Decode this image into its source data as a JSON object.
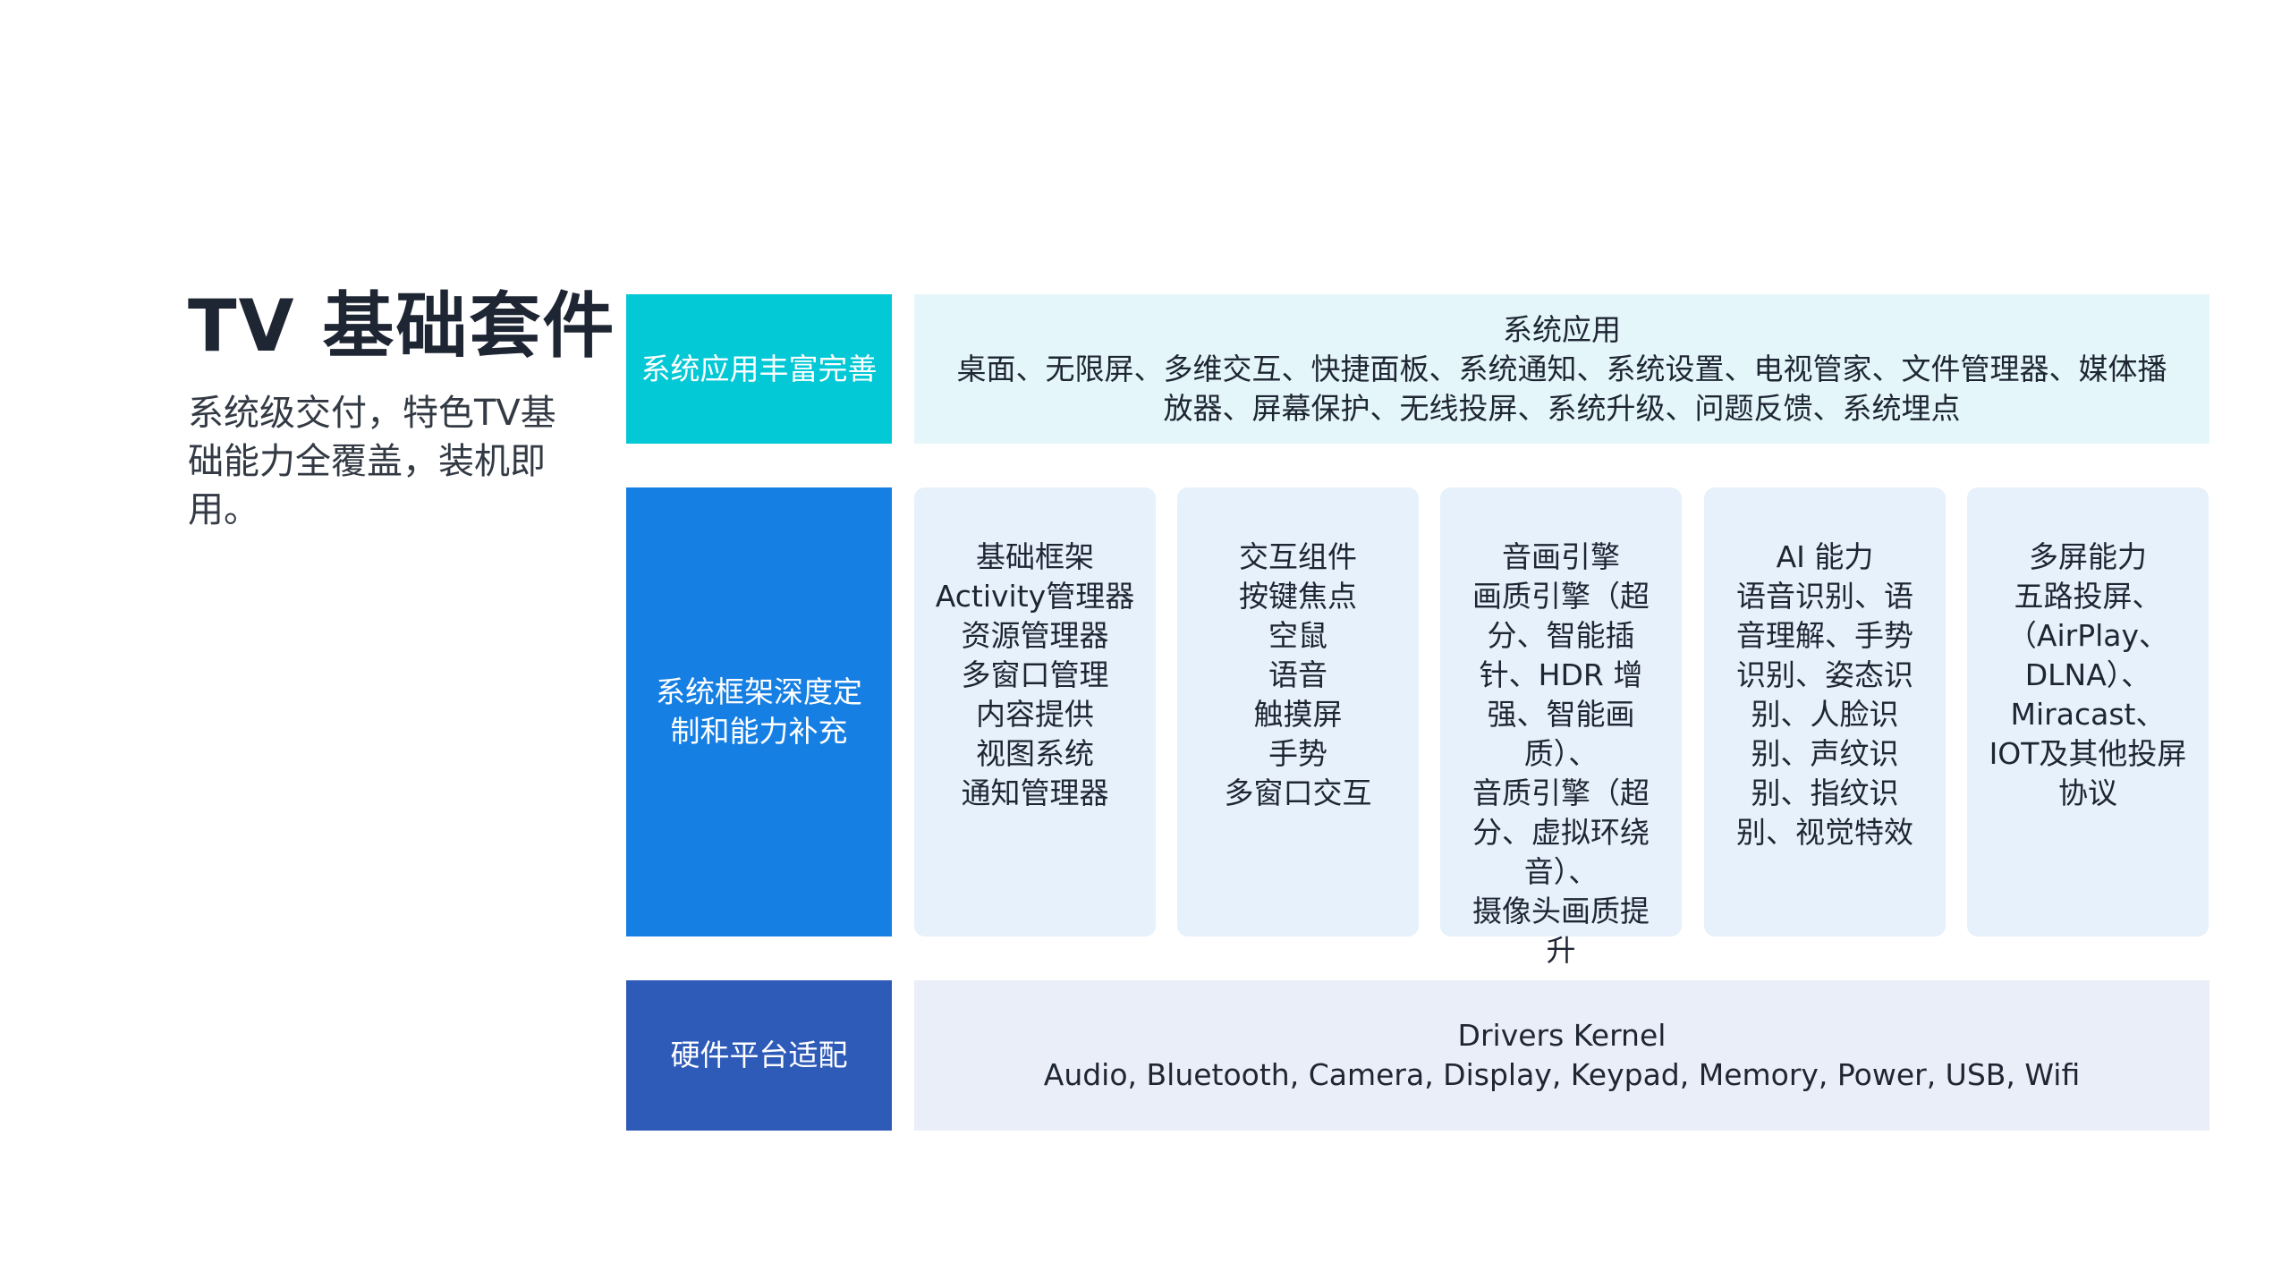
{
  "title": "TV 基础套件",
  "subtitle": "系统级交付，特色TV基础能力全覆盖，装机即用。",
  "rows": {
    "apps": {
      "label": "系统应用丰富完善",
      "heading": "系统应用",
      "text": "桌面、无限屏、多维交互、快捷面板、系统通知、系统设置、电视管家、文件管理器、媒体播放器、屏幕保护、无线投屏、系统升级、问题反馈、系统埋点"
    },
    "framework": {
      "label": "系统框架深度定制和能力补充",
      "cards": [
        {
          "title": "基础框架",
          "items": [
            "Activity管理器",
            "资源管理器",
            "多窗口管理",
            "内容提供",
            "视图系统",
            "通知管理器"
          ]
        },
        {
          "title": "交互组件",
          "items": [
            "按键焦点",
            "空鼠",
            "语音",
            "触摸屏",
            "手势",
            "多窗口交互"
          ]
        },
        {
          "title": "音画引擎",
          "items": [
            "画质引擎（超分、智能插针、HDR 增强、智能画质）、",
            "音质引擎（超分、虚拟环绕音）、",
            "摄像头画质提升"
          ]
        },
        {
          "title": "AI 能力",
          "items": [
            "语音识别、语音理解、手势识别、姿态识别、人脸识别、声纹识别、指纹识别、视觉特效"
          ]
        },
        {
          "title": "多屏能力",
          "items": [
            "五路投屏、（AirPlay、DLNA）、Miracast、IOT及其他投屏协议"
          ]
        }
      ]
    },
    "hardware": {
      "label": "硬件平台适配",
      "heading": "Drivers Kernel",
      "text": "Audio, Bluetooth, Camera, Display, Keypad, Memory, Power, USB, Wifi"
    }
  },
  "colors": {
    "apps_label": "#03c8d5",
    "framework_label": "#167fe3",
    "hardware_label": "#2f5bb8",
    "apps_bg": "#e4f6fa",
    "card_bg": "#e6f1fc",
    "hardware_bg": "#e9eef8"
  }
}
